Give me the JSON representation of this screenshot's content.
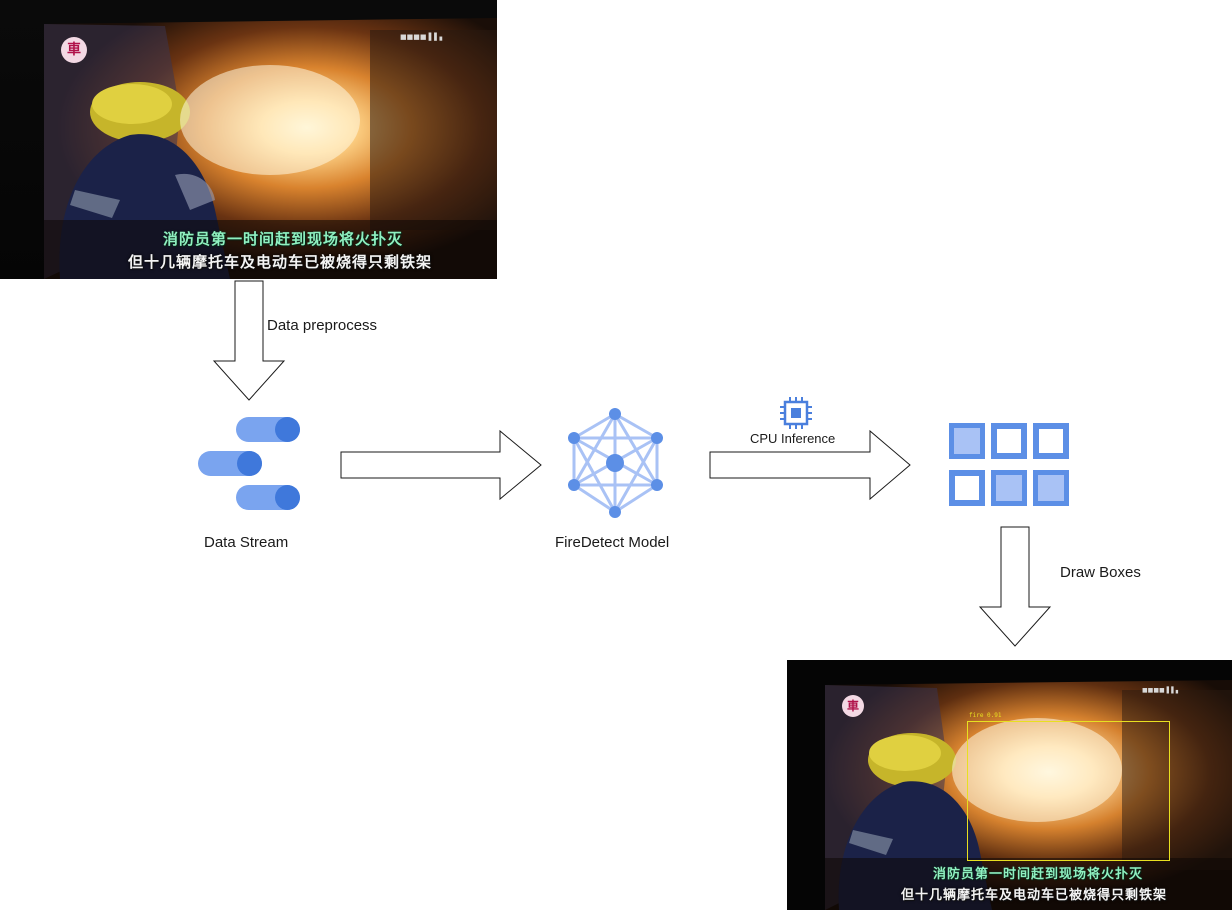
{
  "input_frame": {
    "subtitle_line1": "消防员第一时间赶到现场将火扑灭",
    "subtitle_line2": "但十几辆摩托车及电动车已被烧得只剩铁架",
    "logo_char": "車"
  },
  "steps": {
    "data_preprocess": "Data preprocess",
    "data_stream": "Data Stream",
    "model": "FireDetect Model",
    "cpu_inference": "CPU Inference",
    "draw_boxes": "Draw Boxes"
  },
  "output_frame": {
    "subtitle_line1": "消防员第一时间赶到现场将火扑灭",
    "subtitle_line2": "但十几辆摩托车及电动车已被烧得只剩铁架",
    "logo_char": "車",
    "detection_label": "fire 0.91"
  },
  "colors": {
    "icon_blue": "#5c8fe6",
    "icon_blue_light": "#a9c2f5",
    "icon_blue_mid": "#4a7fdd",
    "arrow_stroke": "#1a1a1a",
    "detection_box": "#e8e020",
    "subtitle_green": "#8ff0c0"
  },
  "icons": {
    "data_stream": "pipeline-bars-icon",
    "model": "neural-network-icon",
    "cpu": "cpu-chip-icon",
    "results": "grid-tiles-icon"
  }
}
